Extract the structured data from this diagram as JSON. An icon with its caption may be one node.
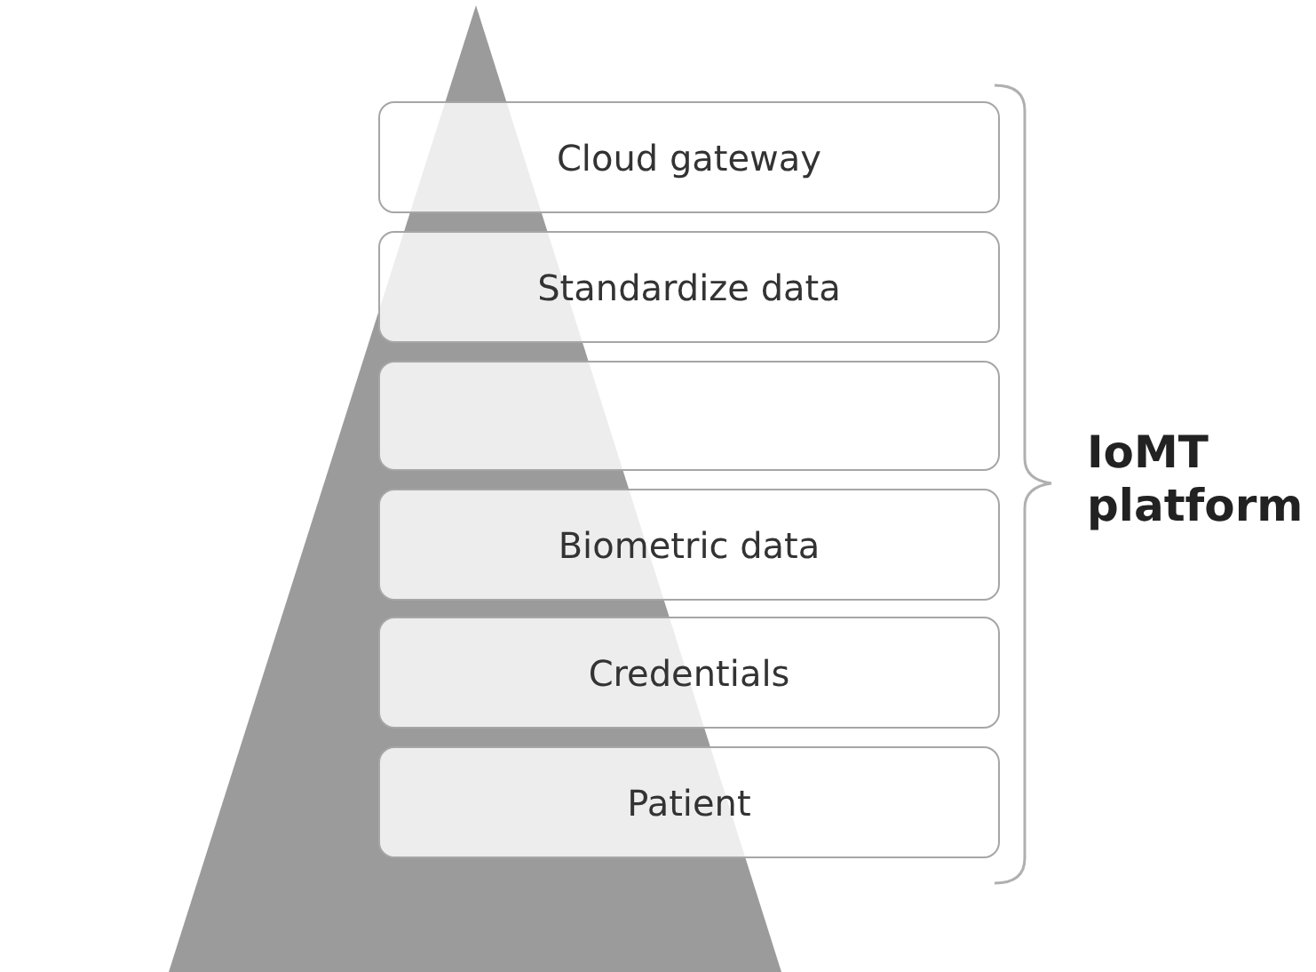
{
  "diagram": {
    "nodes": [
      {
        "text": [
          "Cloud gateway"
        ]
      },
      {
        "text": [
          "Standardize data"
        ]
      },
      {
        "text": [],
        "shape": "box"
      },
      {
        "text": [
          "Biometric data"
        ]
      },
      {
        "text": [
          "Credentials"
        ]
      },
      {
        "text": [
          "Patient"
        ]
      }
    ],
    "labels": [
      "IoMT platform"
    ]
  }
}
